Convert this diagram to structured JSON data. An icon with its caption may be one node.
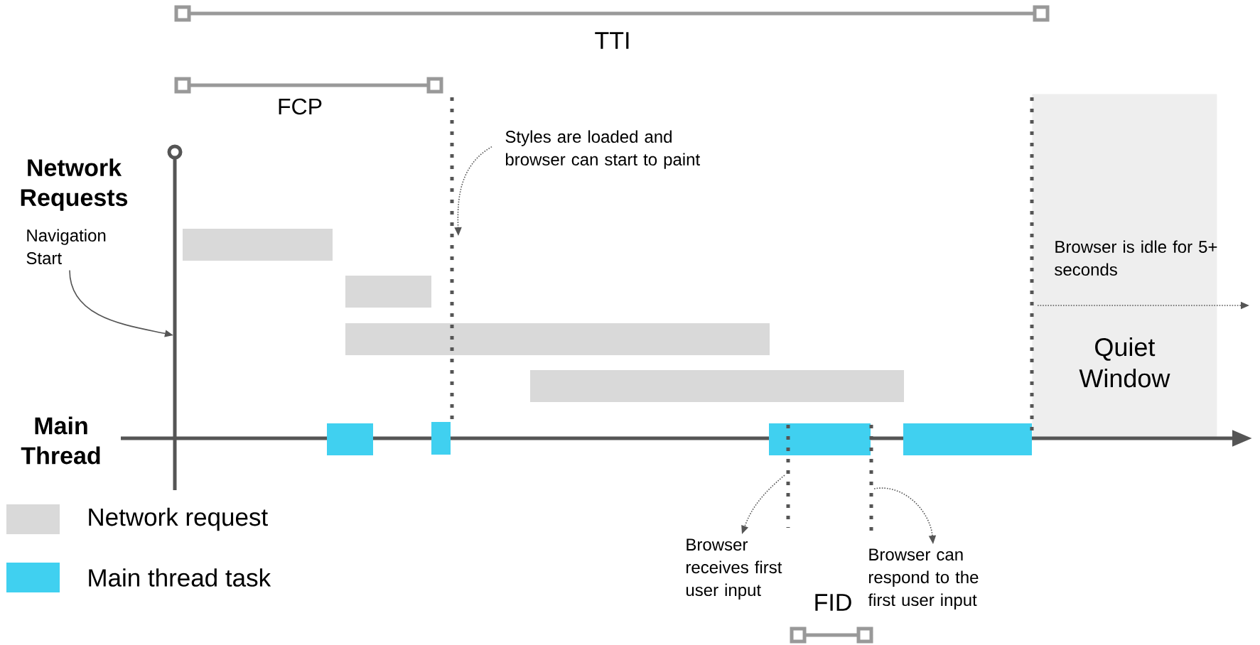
{
  "diagram": {
    "nodes": [
      {
        "text": [
          "Navigation Start"
        ]
      },
      {
        "text": [
          "Styles are loaded and browser can start to paint"
        ]
      },
      {
        "text": [
          "Browser receives first user input"
        ]
      },
      {
        "text": [
          "Browser can respond to the first user input"
        ]
      },
      {
        "text": [
          "Quiet Window"
        ]
      }
    ],
    "edges": [
      {
        "from": 0,
        "to": null,
        "arrow": "to"
      },
      {
        "from": 1,
        "to": null,
        "arrow": "to",
        "style": "dashed"
      },
      {
        "from": null,
        "to": 2,
        "arrow": "to",
        "style": "dashed"
      },
      {
        "from": null,
        "to": 3,
        "arrow": "to",
        "style": "dashed"
      }
    ],
    "labels": [
      "TTI",
      "FCP",
      "Network Requests",
      "Main Thread",
      "Browser is idle for 5+ seconds",
      "FID"
    ],
    "legend": [
      {
        "text": "Network request",
        "color": "#d9d9d9"
      },
      {
        "text": "Main thread task",
        "color": "#40d0f0"
      }
    ]
  }
}
